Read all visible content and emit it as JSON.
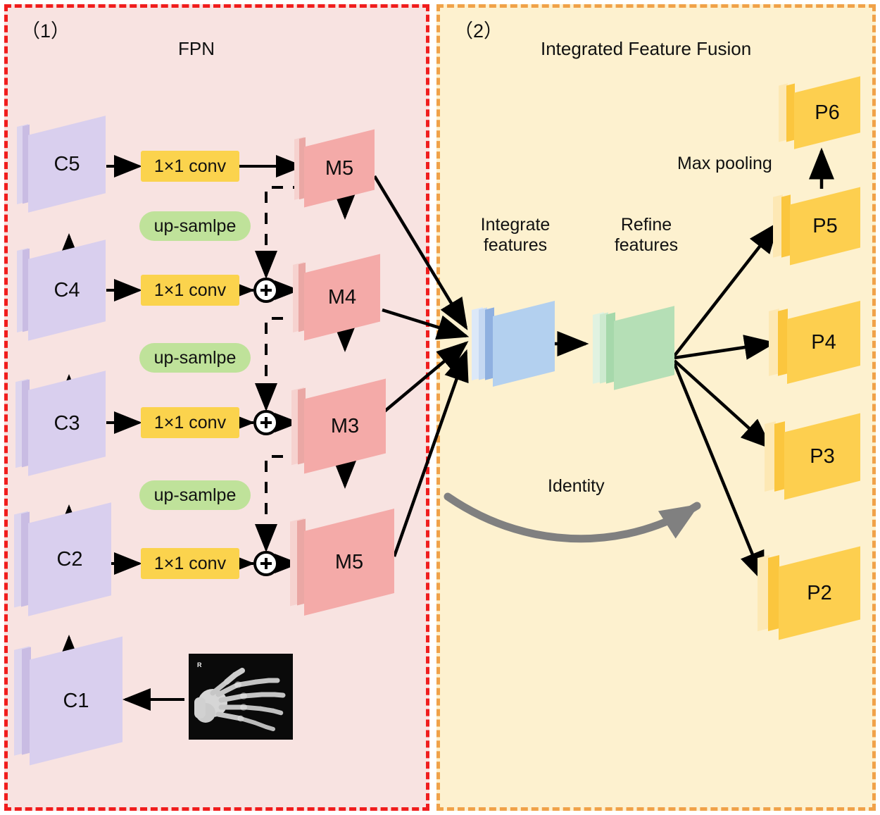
{
  "figure": {
    "panels": [
      {
        "index": "（1）",
        "title": "FPN",
        "border_color": "#f01d1d",
        "bg_color": "#f8e3e1"
      },
      {
        "index": "（2）",
        "title": "Integrated Feature Fusion",
        "border_color": "#f0a249",
        "bg_color": "#fdf1cf"
      }
    ]
  },
  "fpn": {
    "backbone_blocks": [
      {
        "label": "C5"
      },
      {
        "label": "C4"
      },
      {
        "label": "C3"
      },
      {
        "label": "C2"
      },
      {
        "label": "C1"
      }
    ],
    "lateral_blocks": [
      {
        "label": "1×1 conv"
      },
      {
        "label": "1×1 conv"
      },
      {
        "label": "1×1 conv"
      },
      {
        "label": "1×1 conv"
      }
    ],
    "upsample_blocks": [
      {
        "label": "up-samlpe"
      },
      {
        "label": "up-samlpe"
      },
      {
        "label": "up-samlpe"
      }
    ],
    "merge_nodes": [
      {
        "label": "+"
      },
      {
        "label": "+"
      },
      {
        "label": "+"
      }
    ],
    "pyramid_blocks": [
      {
        "label": "M5"
      },
      {
        "label": "M4"
      },
      {
        "label": "M3"
      },
      {
        "label": "M5"
      }
    ],
    "input_image": {
      "marker": "R",
      "alt": "hand-xray"
    }
  },
  "fusion": {
    "integrate": {
      "caption_line1": "Integrate",
      "caption_line2": "features",
      "color": "#b3d0ef"
    },
    "refine": {
      "caption_line1": "Refine",
      "caption_line2": "features",
      "color": "#b5dfb6"
    },
    "identity_label": "Identity",
    "maxpool_label": "Max pooling",
    "output_blocks": [
      {
        "label": "P6"
      },
      {
        "label": "P5"
      },
      {
        "label": "P4"
      },
      {
        "label": "P3"
      },
      {
        "label": "P2"
      }
    ]
  },
  "colors": {
    "conv_box": "#fbd34d",
    "upsample_box": "#bfe29a",
    "backbone_block": "#d9cfee",
    "pyramid_block": "#f4aaa8",
    "output_block": "#fdcf4f",
    "identity_arrow": "#808080",
    "arrow": "#000000"
  }
}
